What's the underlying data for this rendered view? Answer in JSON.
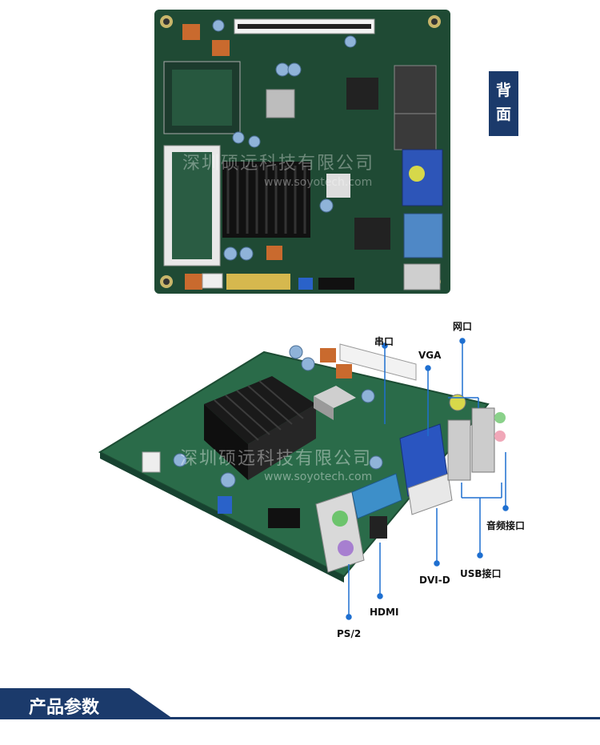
{
  "side_label": {
    "line1": "背",
    "line2": "面"
  },
  "callouts": {
    "lan": "网口",
    "serial": "串口",
    "vga": "VGA",
    "audio": "音频接口",
    "usb": "USB接口",
    "dvid": "DVI-D",
    "hdmi": "HDMI",
    "ps2": "PS/2"
  },
  "watermark": {
    "company": "深圳硕远科技有限公司",
    "site": "www.soyotech.com"
  },
  "section": {
    "title": "产品参数"
  },
  "colors": {
    "navy": "#1b3a6b",
    "callout_line": "#1e6fd0",
    "pcb": "#1f4a35"
  }
}
